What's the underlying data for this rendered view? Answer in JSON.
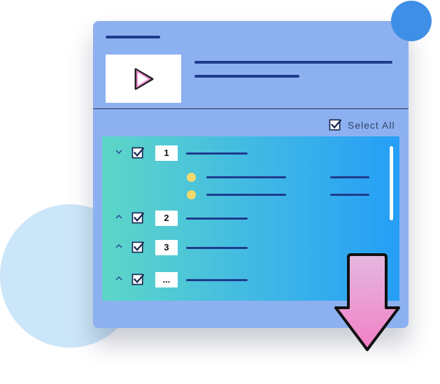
{
  "header": {
    "thumbnail_icon": "play-icon"
  },
  "list": {
    "select_all_label": "Select All",
    "items": [
      {
        "label": "1",
        "expanded": true,
        "checked": true
      },
      {
        "label": "2",
        "expanded": false,
        "checked": true
      },
      {
        "label": "3",
        "expanded": false,
        "checked": true
      },
      {
        "label": "...",
        "expanded": false,
        "checked": true
      }
    ]
  },
  "decor": {
    "down_arrow_icon": "download-arrow-icon",
    "colors": {
      "window": "#8db1f0",
      "accent_dot": "#3f8fe8",
      "gradient_start": "#5dd6c8",
      "gradient_end": "#259ef7",
      "arrow_top": "#e4b8e0",
      "arrow_bottom": "#f27fc6",
      "sub_item_dot": "#f2d96b"
    }
  }
}
